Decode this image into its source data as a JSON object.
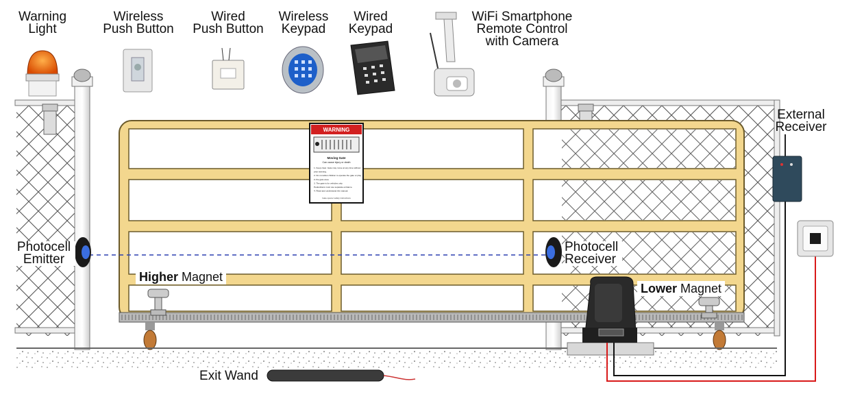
{
  "devices": {
    "warning_light": [
      "Warning",
      "Light"
    ],
    "wireless_push_button": [
      "Wireless",
      "Push Button"
    ],
    "wired_push_button": [
      "Wired",
      "Push Button"
    ],
    "wireless_keypad": [
      "Wireless",
      "Keypad"
    ],
    "wired_keypad": [
      "Wired",
      "Keypad"
    ],
    "wifi_remote": [
      "WiFi Smartphone",
      "Remote Control",
      "with Camera"
    ]
  },
  "side_labels": {
    "external_receiver": [
      "External",
      "Receiver"
    ],
    "photocell_emitter": [
      "Photocell",
      "Emitter"
    ],
    "photocell_receiver": [
      "Photocell",
      "Receiver"
    ]
  },
  "magnets": {
    "higher_bold": "Higher",
    "higher_rest": " Magnet",
    "lower_bold": "Lower",
    "lower_rest": " Magnet"
  },
  "exit_wand": "Exit Wand",
  "warning_sign": {
    "header": "WARNING",
    "title": "Moving Gate",
    "subtitle": "Can cause injury or death",
    "lines": [
      "1. Keep clear. Gate may move at any time without",
      "   prior warning.",
      "2. Do not allow children to operate the gate or play",
      "   in the gate area.",
      "3. The gate is for vehicles only.",
      "   Pedestrians must use separate entrance.",
      "4. Read and understand the manual."
    ],
    "footer": "Gate opener safety instructions"
  },
  "colors": {
    "gate_fill": "#f3d78e",
    "gate_stroke": "#6b5a2a",
    "beam": "#2b3fb0",
    "wire_red": "#d81818",
    "wire_black": "#111111",
    "warning_red": "#d22020"
  }
}
